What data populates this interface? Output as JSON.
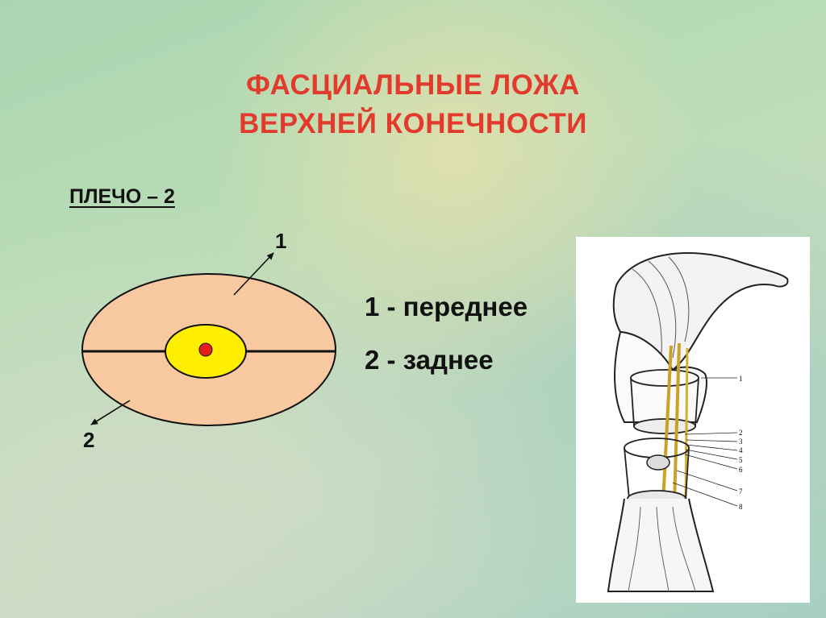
{
  "title": {
    "line1": "ФАСЦИАЛЬНЫЕ ЛОЖА",
    "line2": "ВЕРХНЕЙ КОНЕЧНОСТИ"
  },
  "subtitle": "ПЛЕЧО – 2",
  "diagram": {
    "arrow_labels": [
      "1",
      "2"
    ]
  },
  "legend": [
    "1 - переднее",
    "2 - заднее"
  ],
  "illustration": {
    "labels": [
      "1",
      "2",
      "3",
      "4",
      "5",
      "6",
      "7",
      "8"
    ]
  },
  "colors": {
    "title": "#e23b2d",
    "ellipse_fill": "#f8c9a0",
    "inner_oval": "#ffee00",
    "center_dot": "#e3201b"
  }
}
